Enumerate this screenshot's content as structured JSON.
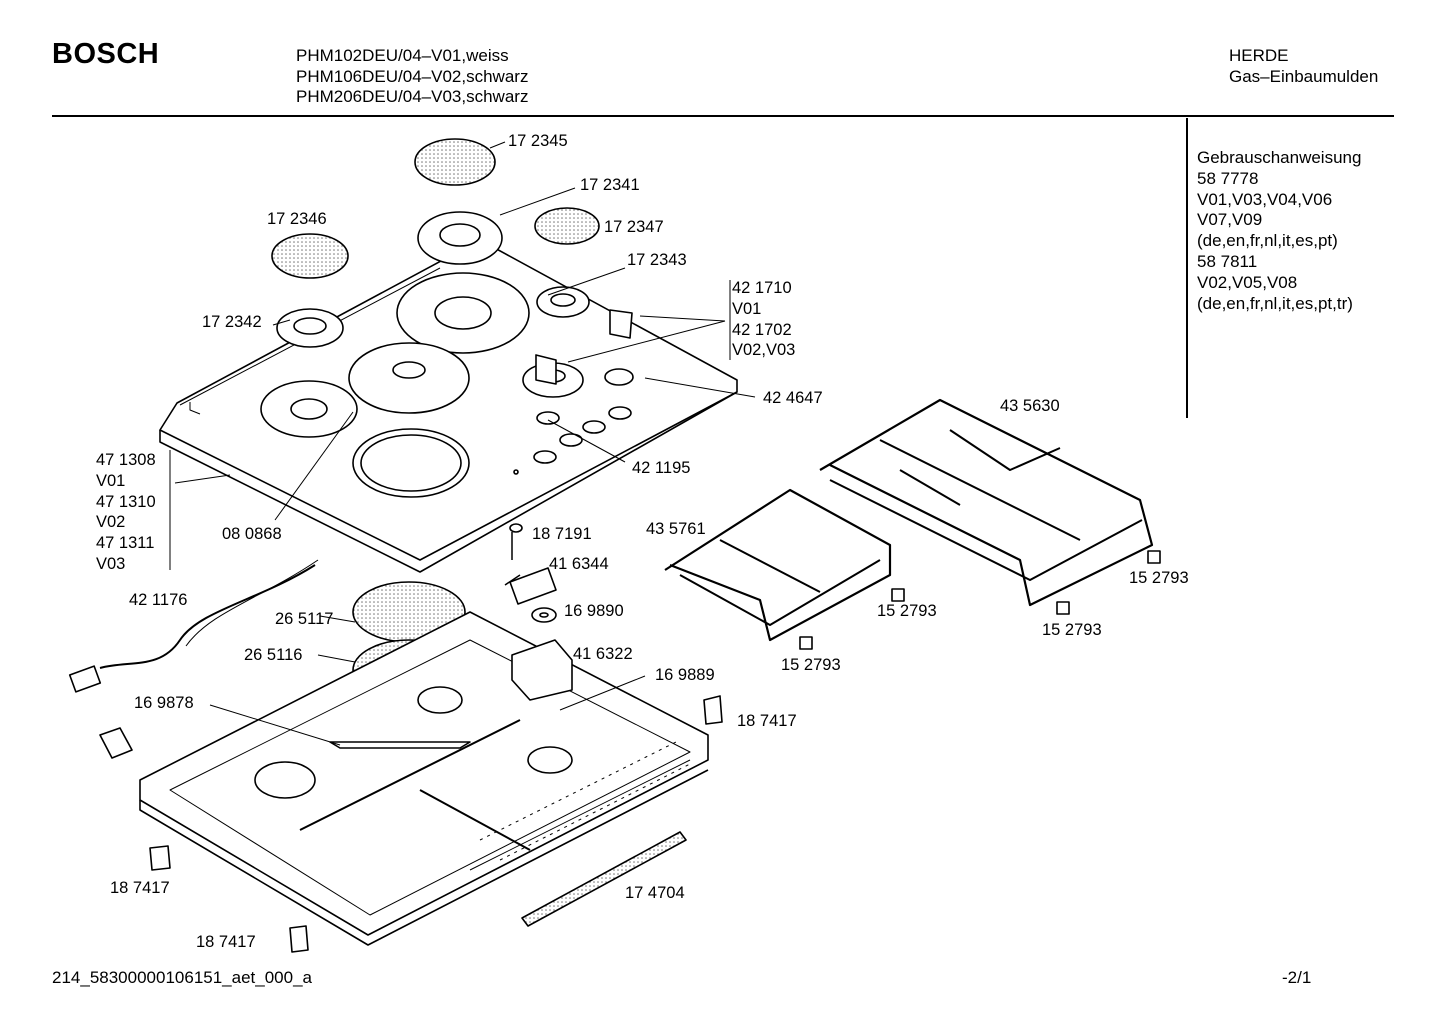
{
  "header": {
    "brand": "BOSCH",
    "models": [
      "PHM102DEU/04–V01,weiss",
      "PHM106DEU/04–V02,schwarz",
      "PHM206DEU/04–V03,schwarz"
    ],
    "category": [
      "HERDE",
      "Gas–Einbaumulden"
    ]
  },
  "manual_info": [
    "Gebrauschanweisung",
    "58 7778",
    "V01,V03,V04,V06",
    "V07,V09",
    "(de,en,fr,nl,it,es,pt)",
    "58 7811",
    "V02,V05,V08",
    "(de,en,fr,nl,it,es,pt,tr)"
  ],
  "parts": {
    "p172345": "17 2345",
    "p172341": "17 2341",
    "p172346": "17 2346",
    "p172347": "17 2347",
    "p172343": "17 2343",
    "p172342": "17 2342",
    "p424647": "42 4647",
    "p435630": "43 5630",
    "p421195": "42 1195",
    "p080868": "08 0868",
    "p435761": "43 5761",
    "p187191": "18 7191",
    "p416344": "41 6344",
    "p421176": "42 1176",
    "p169890": "16 9890",
    "p265117": "26 5117",
    "p265116": "26 5116",
    "p416322": "41 6322",
    "p169889": "16 9889",
    "p169878": "16 9878",
    "p187417a": "18 7417",
    "p187417b": "18 7417",
    "p187417c": "18 7417",
    "p152793a": "15 2793",
    "p152793b": "15 2793",
    "p152793c": "15 2793",
    "p152793d": "15 2793",
    "p174704": "17 4704"
  },
  "variant_groups": {
    "knob": [
      "42 1710",
      "V01",
      "42 1702",
      "V02,V03"
    ],
    "hob": [
      "47 1308",
      "V01",
      "47 1310",
      "V02",
      "47 1311",
      "V03"
    ]
  },
  "footer": {
    "doc_id": "214_58300000106151_aet_000_a",
    "page": "-2/1"
  }
}
